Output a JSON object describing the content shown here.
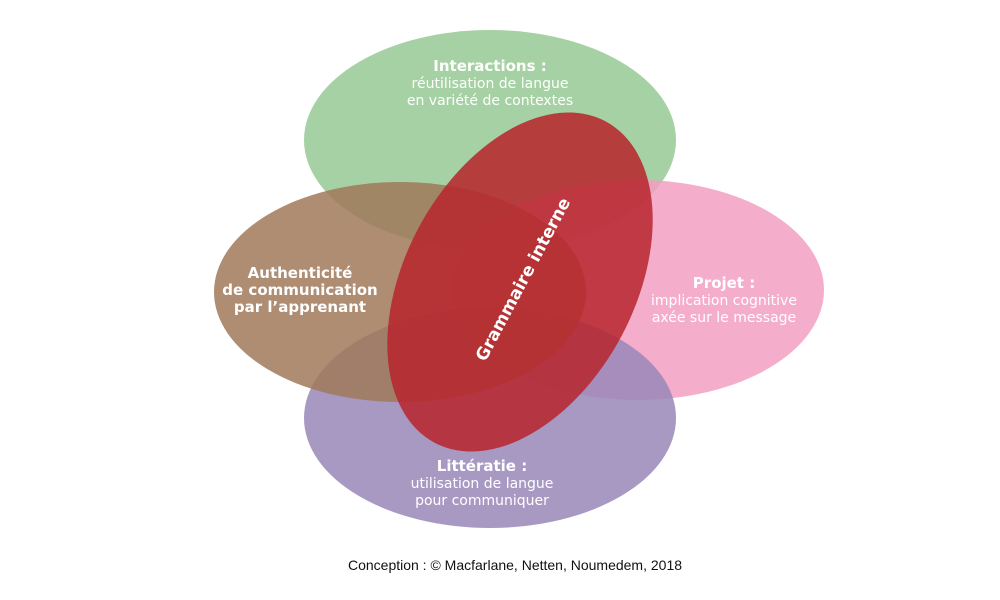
{
  "colors": {
    "interactions": "#97c994",
    "projet": "#f39fc3",
    "litteratie": "#9987b8",
    "authenticite": "#a0795a",
    "grammaire": "#b7252b"
  },
  "ellipses": {
    "interactions": {
      "title": "Interactions :",
      "line1": "réutilisation de langue",
      "line2": "en variété de contextes"
    },
    "projet": {
      "title": "Projet :",
      "line1": "implication cognitive",
      "line2": "axée sur le message"
    },
    "litteratie": {
      "title": "Littératie :",
      "line1": "utilisation de langue",
      "line2": "pour communiquer"
    },
    "authenticite": {
      "line1": "Authenticité",
      "line2": "de communication",
      "line3": "par l’apprenant"
    },
    "grammaire": {
      "label": "Grammaire interne"
    }
  },
  "caption": "Conception : © Macfarlane, Netten, Noumedem, 2018"
}
